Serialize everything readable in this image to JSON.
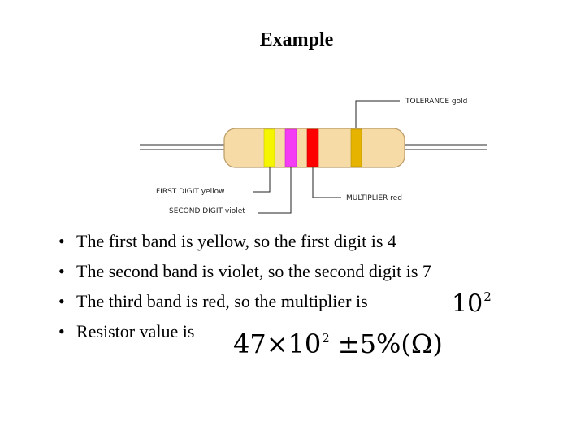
{
  "title": "Example",
  "diagram": {
    "tolerance_label": "TOLERANCE gold",
    "first_digit_label": "FIRST DIGIT yellow",
    "second_digit_label": "SECOND DIGIT violet",
    "multiplier_label": "MULTIPLIER red",
    "colors": {
      "body": "#f7dba6",
      "first_band": "#f5f500",
      "second_band": "#f33cf3",
      "third_band": "#ff0000",
      "tolerance_band": "#e6b400"
    }
  },
  "bullets": [
    "The first band is yellow, so the first digit is 4",
    "The second band is violet, so the second digit is 7",
    "The third band is red, so the multiplier is",
    "Resistor value is"
  ],
  "math": {
    "multiplier_base": "10",
    "multiplier_exp": "2",
    "value_main": "47×10",
    "value_exp": "2",
    "value_tail": "±5%(Ω)"
  }
}
